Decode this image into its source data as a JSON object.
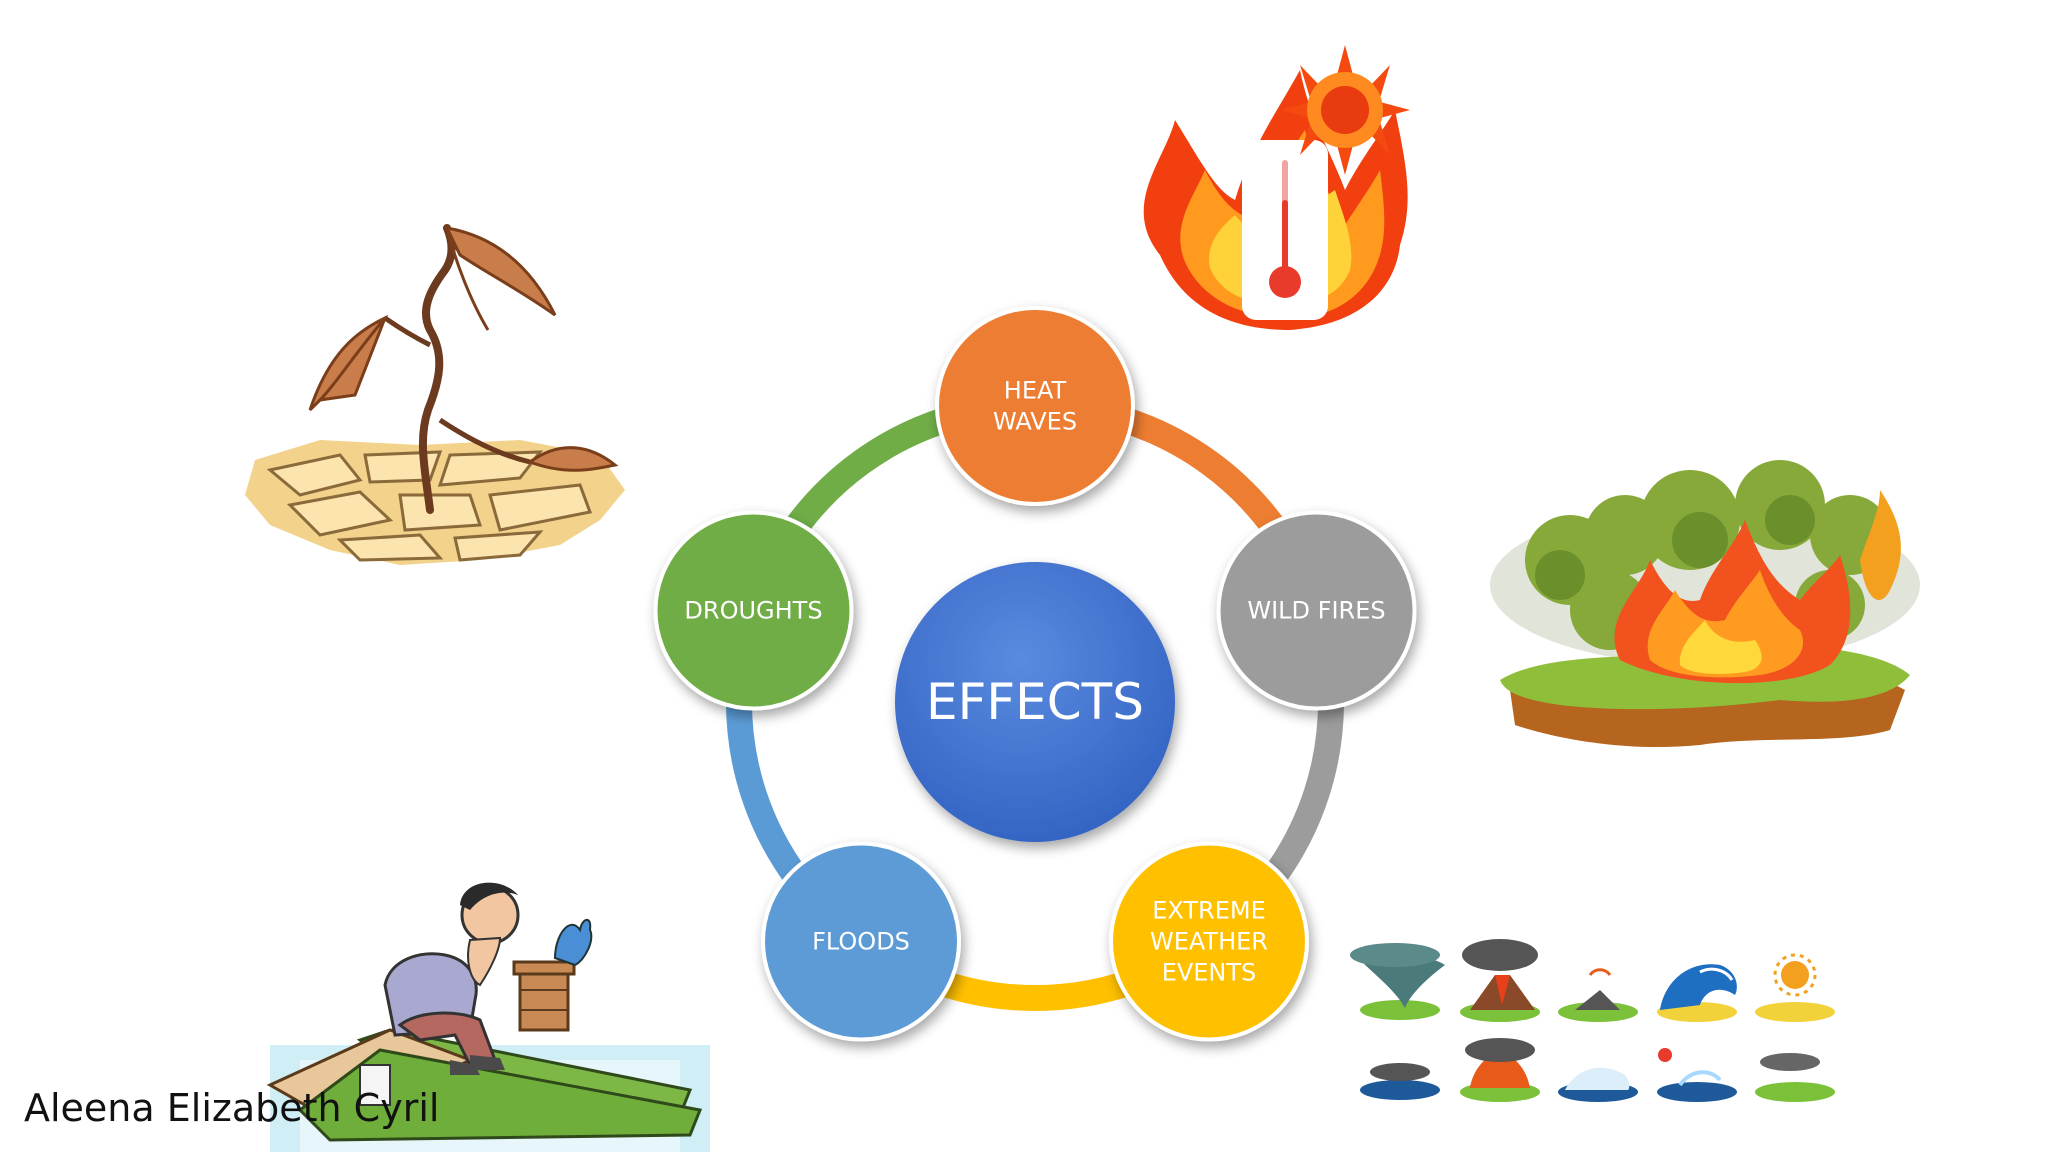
{
  "diagram": {
    "center": {
      "label": "EFFECTS",
      "color": "#3f6fc9"
    },
    "nodes": [
      {
        "id": "heat-waves",
        "lines": [
          "HEAT",
          "WAVES"
        ],
        "color": "#ed7d31"
      },
      {
        "id": "wild-fires",
        "lines": [
          "WILD FIRES"
        ],
        "color": "#9c9c9c"
      },
      {
        "id": "extreme-weather-events",
        "lines": [
          "EXTREME",
          "WEATHER",
          "EVENTS"
        ],
        "color": "#ffc000"
      },
      {
        "id": "floods",
        "lines": [
          "FLOODS"
        ],
        "color": "#5b9bd5"
      },
      {
        "id": "droughts",
        "lines": [
          "DROUGHTS"
        ],
        "color": "#70ad47"
      }
    ]
  },
  "illustrations": {
    "drought": "dry-plant-cracked-earth-icon",
    "heat": "thermometer-flame-sun-icon",
    "wildfire": "forest-fire-icon",
    "flood": "man-on-flooded-roof-icon",
    "extreme_weather": "disaster-icons-grid"
  },
  "author": "Aleena Elizabeth Cyril"
}
